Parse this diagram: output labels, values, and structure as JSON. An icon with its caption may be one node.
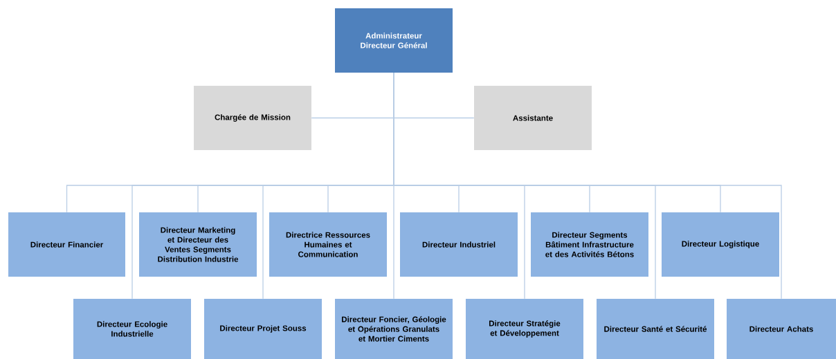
{
  "diagram": {
    "nodes": [
      {
        "text": [
          "Administrateur Directeur Général"
        ]
      },
      {
        "text": [
          "Chargée de Mission"
        ]
      },
      {
        "text": [
          "Assistante"
        ]
      },
      {
        "text": [
          "Directeur Financier"
        ]
      },
      {
        "text": [
          "Directeur Marketing et Directeur des Ventes Segments Distribution Industrie"
        ]
      },
      {
        "text": [
          "Directrice Ressources Humaines et Communication"
        ]
      },
      {
        "text": [
          "Directeur Industriel"
        ]
      },
      {
        "text": [
          "Directeur Segments Bâtiment Infrastructure et des Activités Bétons"
        ]
      },
      {
        "text": [
          "Directeur Logistique"
        ]
      },
      {
        "text": [
          "Directeur Ecologie Industrielle"
        ]
      },
      {
        "text": [
          "Directeur Projet Souss"
        ]
      },
      {
        "text": [
          "Directeur Foncier, Géologie et Opérations Granulats et Mortier Ciments"
        ]
      },
      {
        "text": [
          "Directeur Stratégie et Développement"
        ]
      },
      {
        "text": [
          "Directeur Santé et Sécurité"
        ]
      },
      {
        "text": [
          "Directeur Achats"
        ]
      }
    ],
    "edges": [
      {
        "from": 0,
        "to": 1,
        "arrow": "none"
      },
      {
        "from": 0,
        "to": 2,
        "arrow": "none"
      },
      {
        "from": 0,
        "to": 3,
        "arrow": "none"
      },
      {
        "from": 0,
        "to": 4,
        "arrow": "none"
      },
      {
        "from": 0,
        "to": 5,
        "arrow": "none"
      },
      {
        "from": 0,
        "to": 6,
        "arrow": "none"
      },
      {
        "from": 0,
        "to": 7,
        "arrow": "none"
      },
      {
        "from": 0,
        "to": 8,
        "arrow": "none"
      },
      {
        "from": 0,
        "to": 9,
        "arrow": "none"
      },
      {
        "from": 0,
        "to": 10,
        "arrow": "none"
      },
      {
        "from": 0,
        "to": 11,
        "arrow": "none"
      },
      {
        "from": 0,
        "to": 12,
        "arrow": "none"
      },
      {
        "from": 0,
        "to": 13,
        "arrow": "none"
      },
      {
        "from": 0,
        "to": 14,
        "arrow": "none"
      }
    ]
  }
}
